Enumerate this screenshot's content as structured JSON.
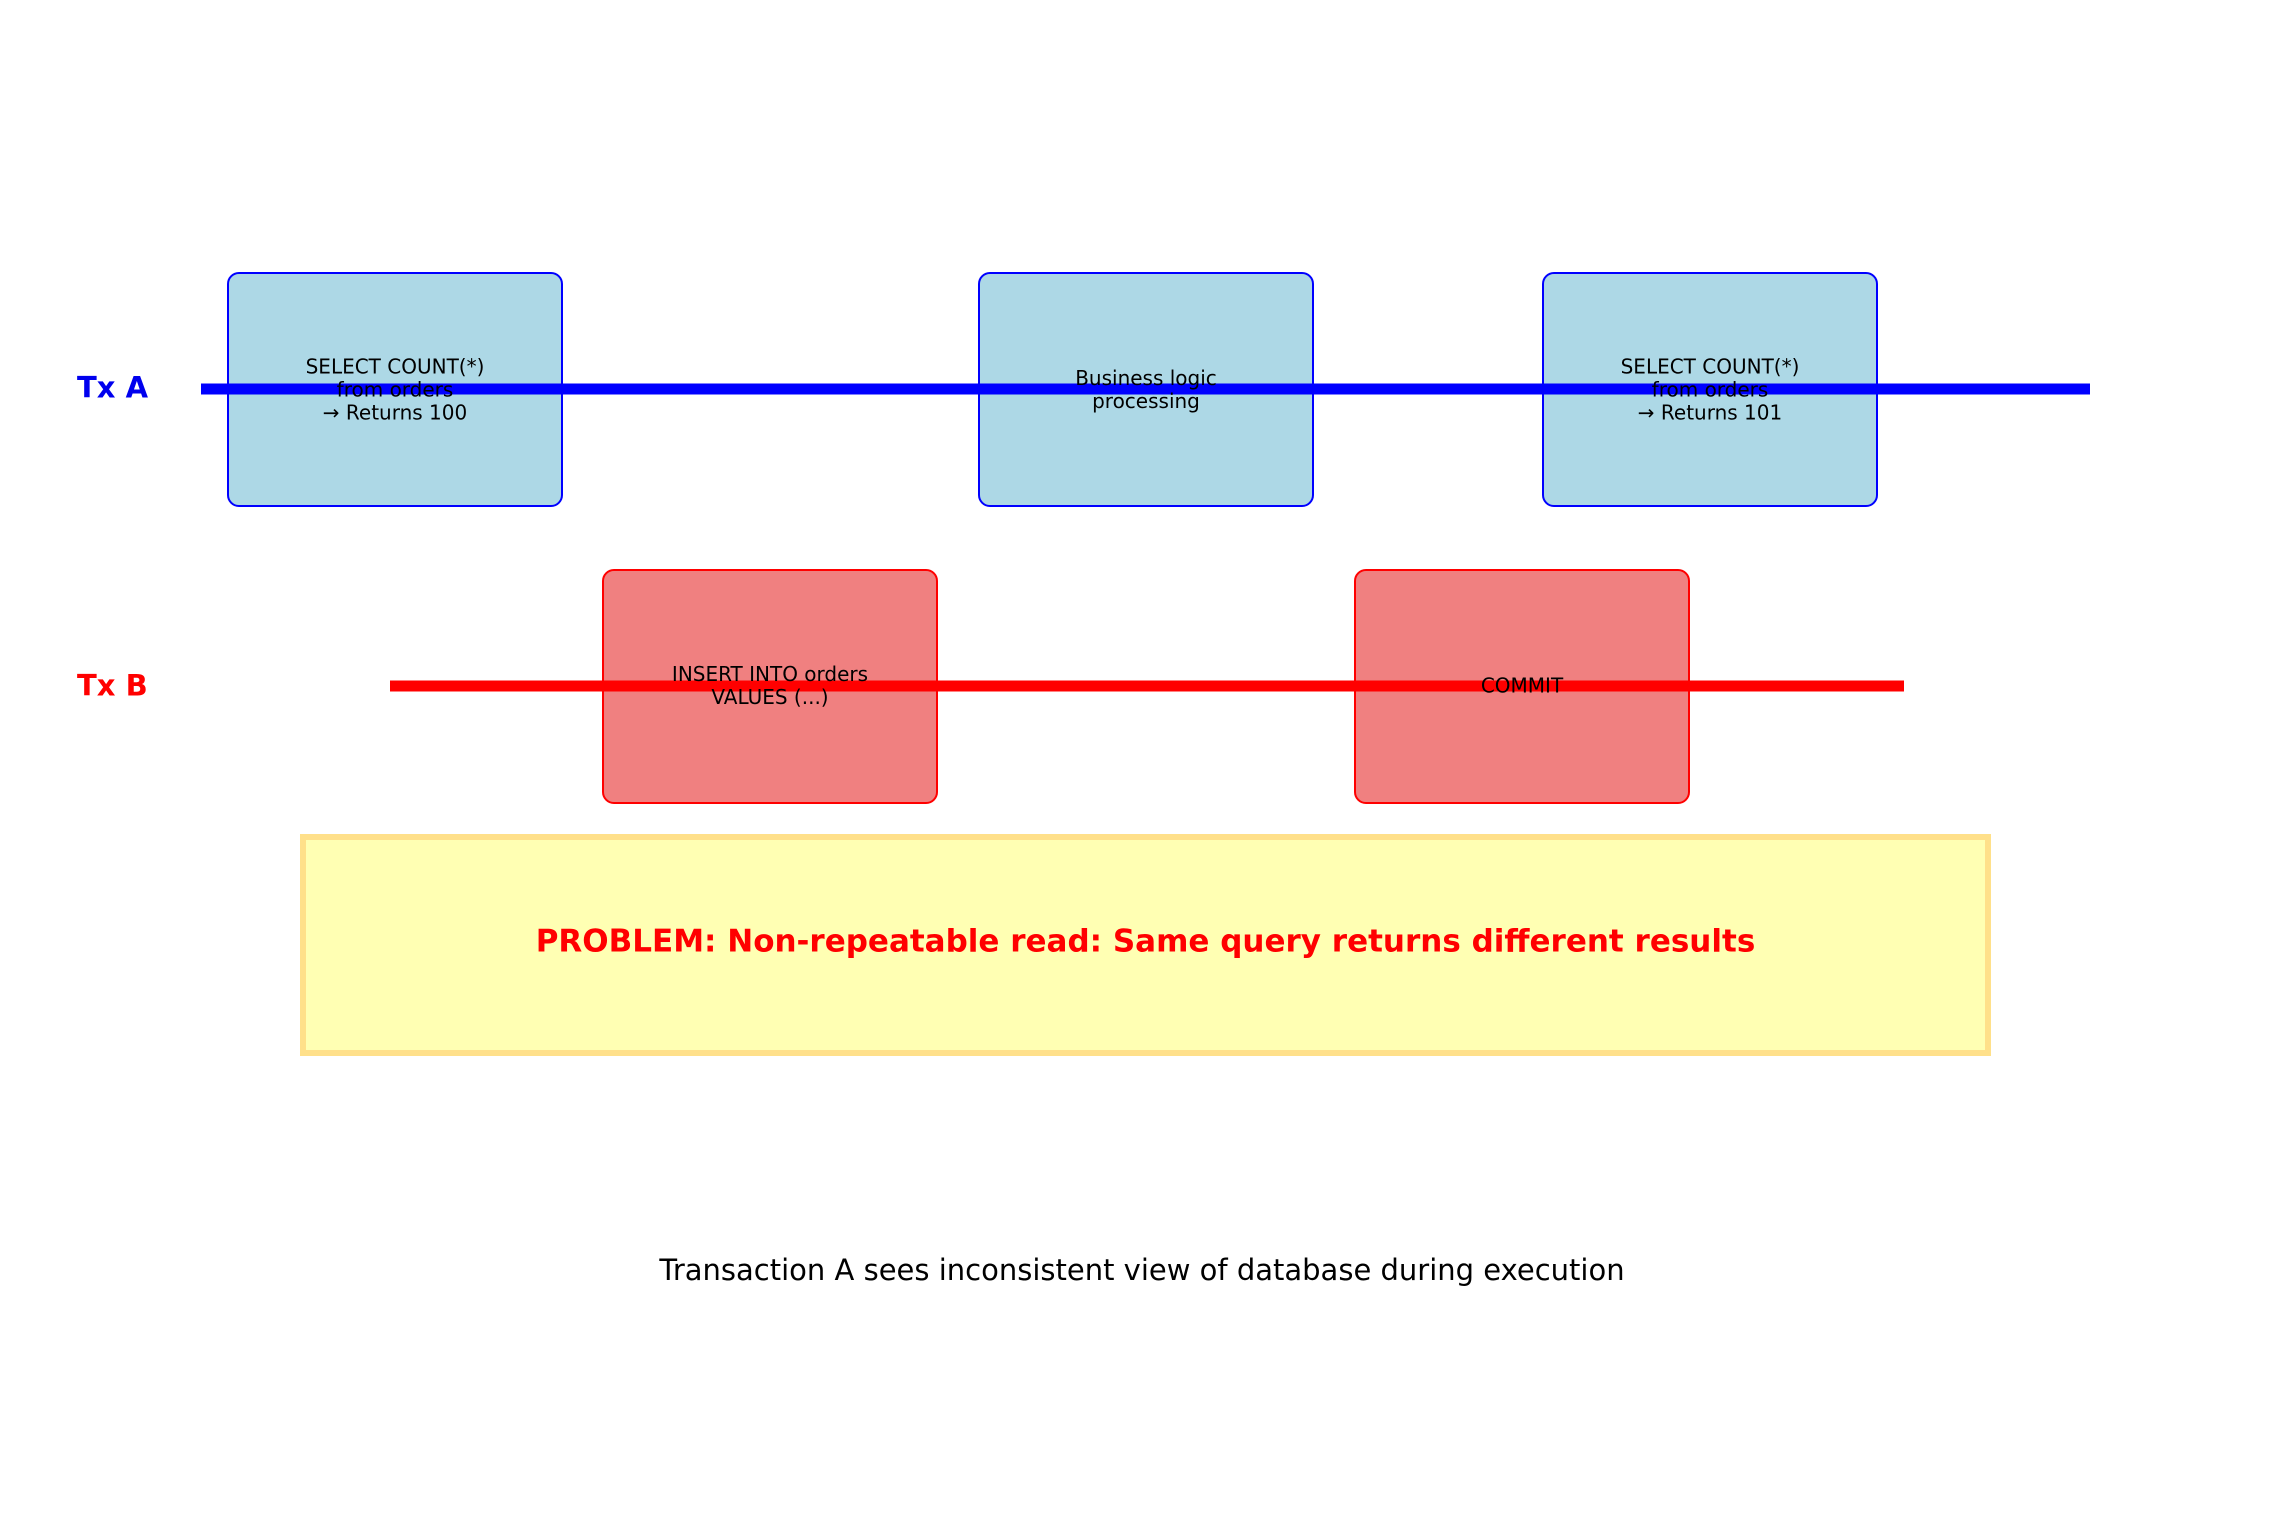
{
  "lanes": [
    {
      "id": "tx-a",
      "label": "Tx A",
      "color": "#0000ff",
      "box_fill": "#add8e6"
    },
    {
      "id": "tx-b",
      "label": "Tx B",
      "color": "#ff0000",
      "box_fill": "#f08080"
    }
  ],
  "steps": {
    "a1": "SELECT COUNT(*)\nfrom orders\n→ Returns 100",
    "b1": "INSERT INTO orders\nVALUES (...)",
    "a2": "Business logic\nprocessing",
    "b2": "COMMIT",
    "a3": "SELECT COUNT(*)\nfrom orders\n→ Returns 101"
  },
  "problem": {
    "text": "PROBLEM: Non-repeatable read: Same query returns different results",
    "fill": "#ffffb3",
    "border": "#ffe08a",
    "text_color": "#ff0000"
  },
  "caption": "Transaction A sees inconsistent view of database during execution"
}
